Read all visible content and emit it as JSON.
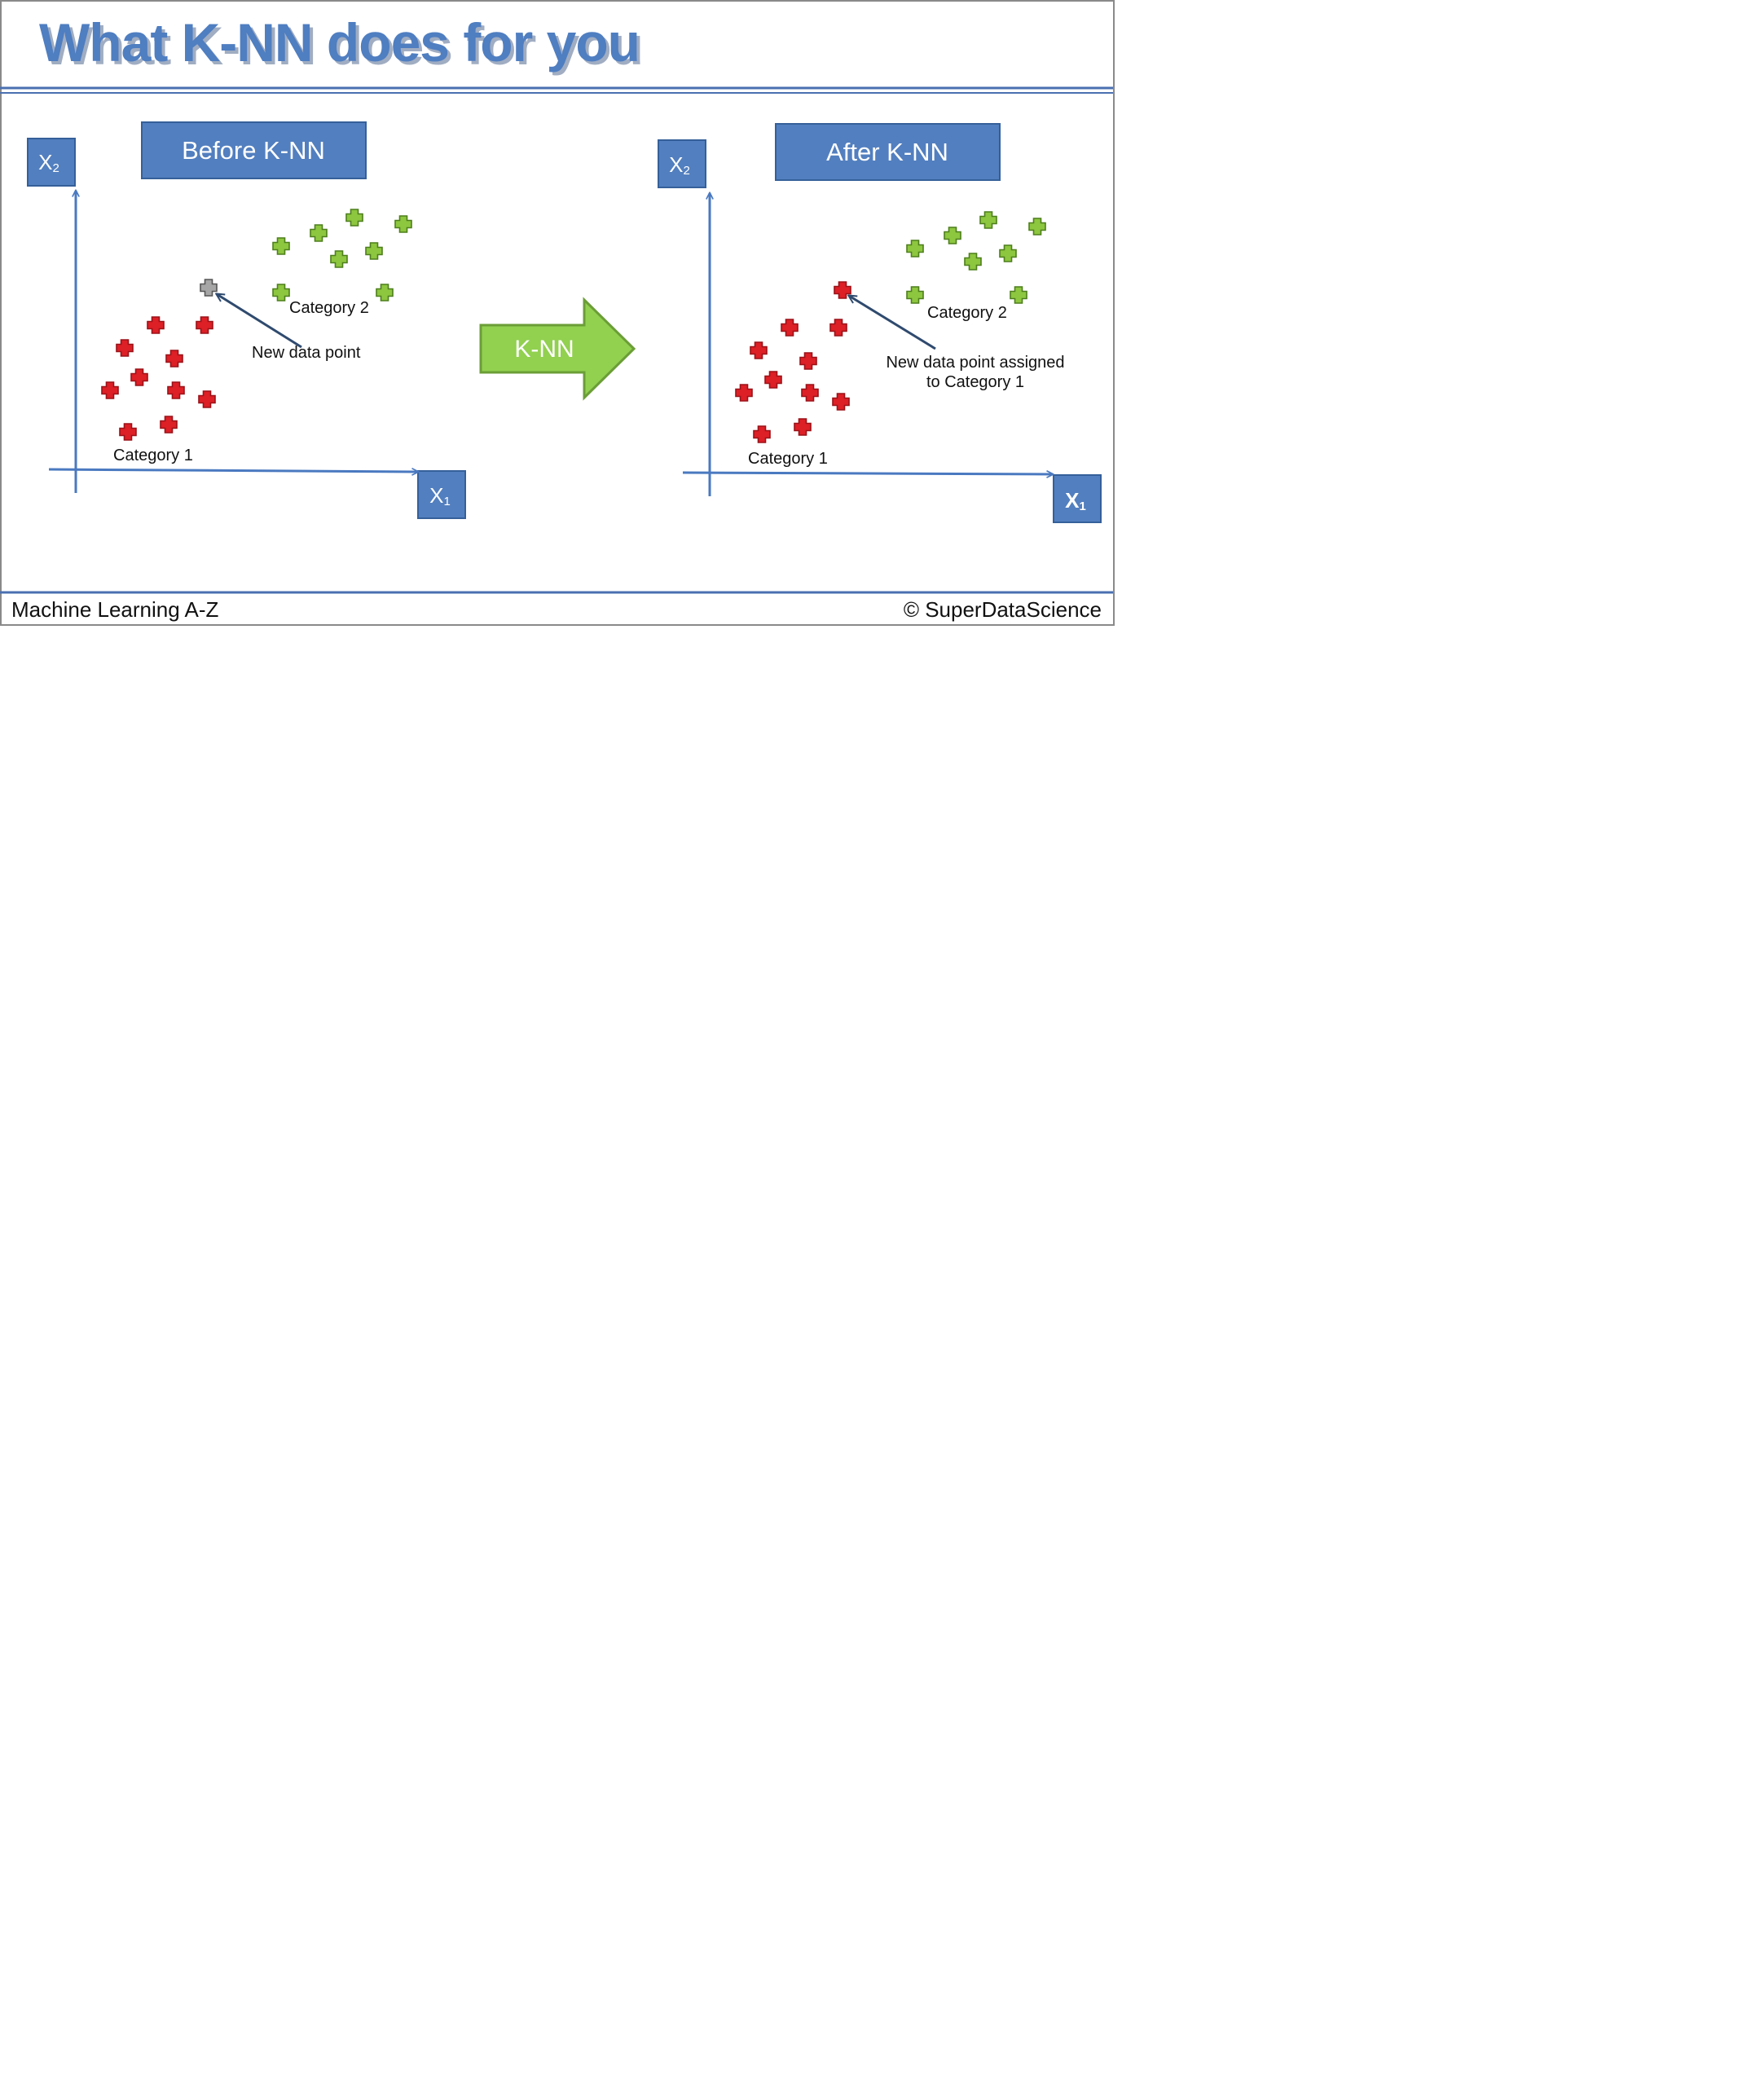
{
  "slide": {
    "title": "What K-NN does for you",
    "footer_left": "Machine Learning A-Z",
    "footer_right": "© SuperDataScience"
  },
  "colors": {
    "title": "#4f7ec1",
    "title_shadow": "#2c4a78",
    "rule": "#4a6fb0",
    "box_fill": "#527fbf",
    "box_stroke": "#35609a",
    "axis": "#4a79c0",
    "category1": "#dd1f26",
    "category2": "#8dc63f",
    "new_point": "#a6a6a6",
    "arrow_fill": "#92d050",
    "arrow_stroke": "#6b9e37",
    "pointer": "#2f4a6e",
    "text": "#111111"
  },
  "process_arrow": {
    "label": "K-NN"
  },
  "panels": {
    "before": {
      "header": "Before K-NN",
      "y_axis_label": "X",
      "y_axis_sub": "2",
      "x_axis_label": "X",
      "x_axis_sub": "1",
      "category1_label": "Category 1",
      "category2_label": "Category 2",
      "annotation": [
        "New data point"
      ],
      "new_point_category": "none"
    },
    "after": {
      "header": "After K-NN",
      "y_axis_label": "X",
      "y_axis_sub": "2",
      "x_axis_label": "X",
      "x_axis_sub": "1",
      "category1_label": "Category 1",
      "category2_label": "Category 2",
      "annotation": [
        "New data point assigned",
        "to Category 1"
      ],
      "new_point_category": "category1"
    }
  }
}
